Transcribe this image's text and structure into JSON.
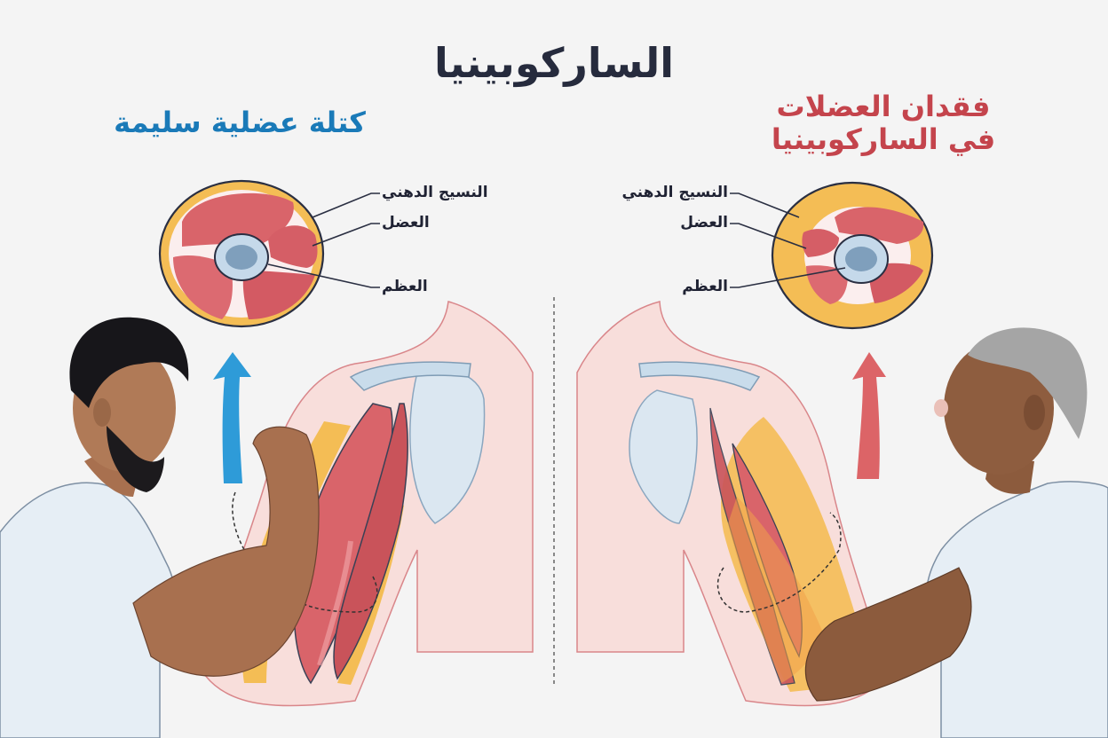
{
  "title": "الساركوبينيا",
  "colors": {
    "background": "#f4f4f4",
    "title": "#262b3d",
    "healthy_accent": "#1a7ab8",
    "sarcopenia_accent": "#c4444c",
    "fat_tissue": "#f4bd55",
    "muscle": "#d9646a",
    "bone_outer": "#c5d9ea",
    "bone_inner": "#7f9fbc",
    "divider": "#888888"
  },
  "panels": {
    "healthy": {
      "heading": "كتلة عضلية سليمة",
      "arrow": "blue-up-arrow",
      "cross_section": {
        "labels": {
          "fat": "النسيج الدهني",
          "muscle": "العضل",
          "bone": "العظم"
        }
      },
      "figure": "young-man-flexing-bicep"
    },
    "sarcopenia": {
      "heading_line1": "فقدان العضلات",
      "heading_line2": "في الساركوبينيا",
      "arrow": "red-up-arrow",
      "cross_section": {
        "labels": {
          "fat": "النسيج الدهني",
          "muscle": "العضل",
          "bone": "العظم"
        }
      },
      "figure": "older-man-arm-extended"
    }
  }
}
